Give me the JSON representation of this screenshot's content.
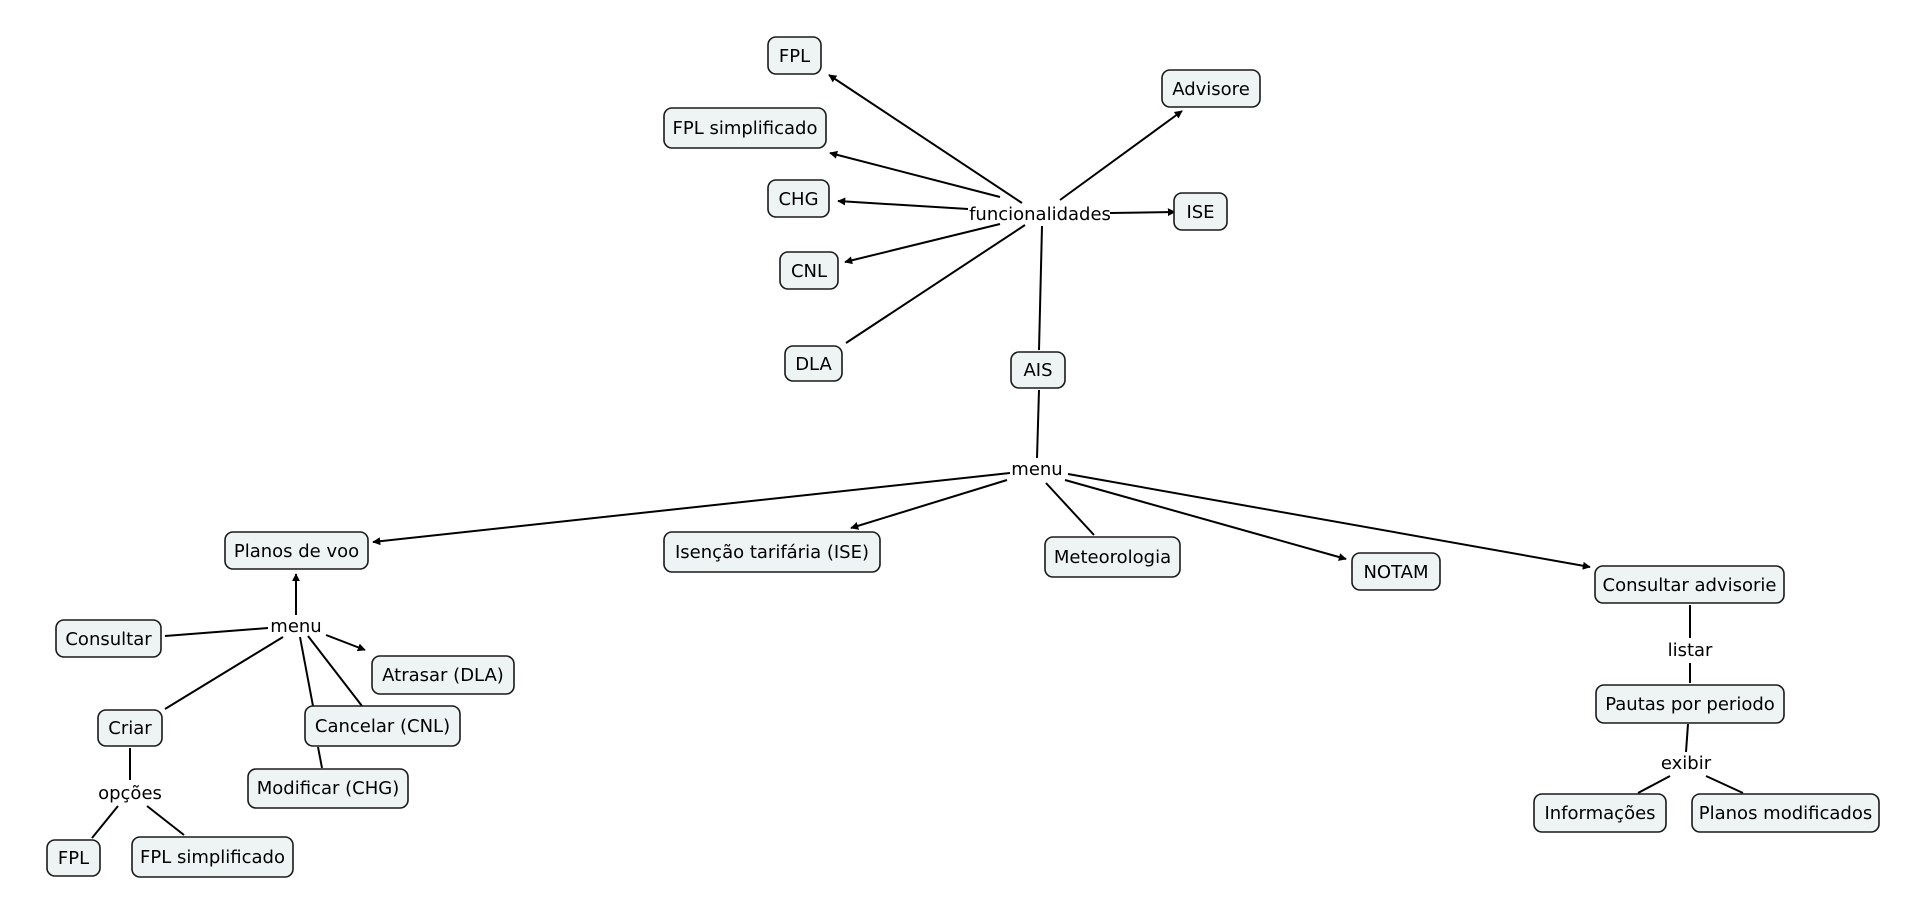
{
  "concept_map": {
    "concepts": {
      "fpl_top": "FPL",
      "advisore": "Advisore",
      "fpl_simplificado_top": "FPL simplificado",
      "chg": "CHG",
      "ise": "ISE",
      "cnl": "CNL",
      "dla": "DLA",
      "ais": "AIS",
      "planos_de_voo": "Planos de voo",
      "isencao": "Isenção tarifária (ISE)",
      "meteorologia": "Meteorologia",
      "notam": "NOTAM",
      "consultar_advisorie": "Consultar advisorie",
      "consultar": "Consultar",
      "atrasar": "Atrasar (DLA)",
      "criar": "Criar",
      "cancelar": "Cancelar (CNL)",
      "modificar": "Modificar (CHG)",
      "fpl_bottom": "FPL",
      "fpl_simplificado_bottom": "FPL simplificado",
      "pautas": "Pautas por periodo",
      "informacoes": "Informações",
      "planos_modificados": "Planos modificados"
    },
    "link_phrases": {
      "funcionalidades": "funcionalidades",
      "menu_ais": "menu",
      "menu_planos": "menu",
      "opcoes": "opções",
      "listar": "listar",
      "exibir": "exibir"
    }
  },
  "colors": {
    "node_fill": "#eef3f4",
    "node_border": "#1a1a1a",
    "edge": "#000000",
    "text": "#000000"
  }
}
